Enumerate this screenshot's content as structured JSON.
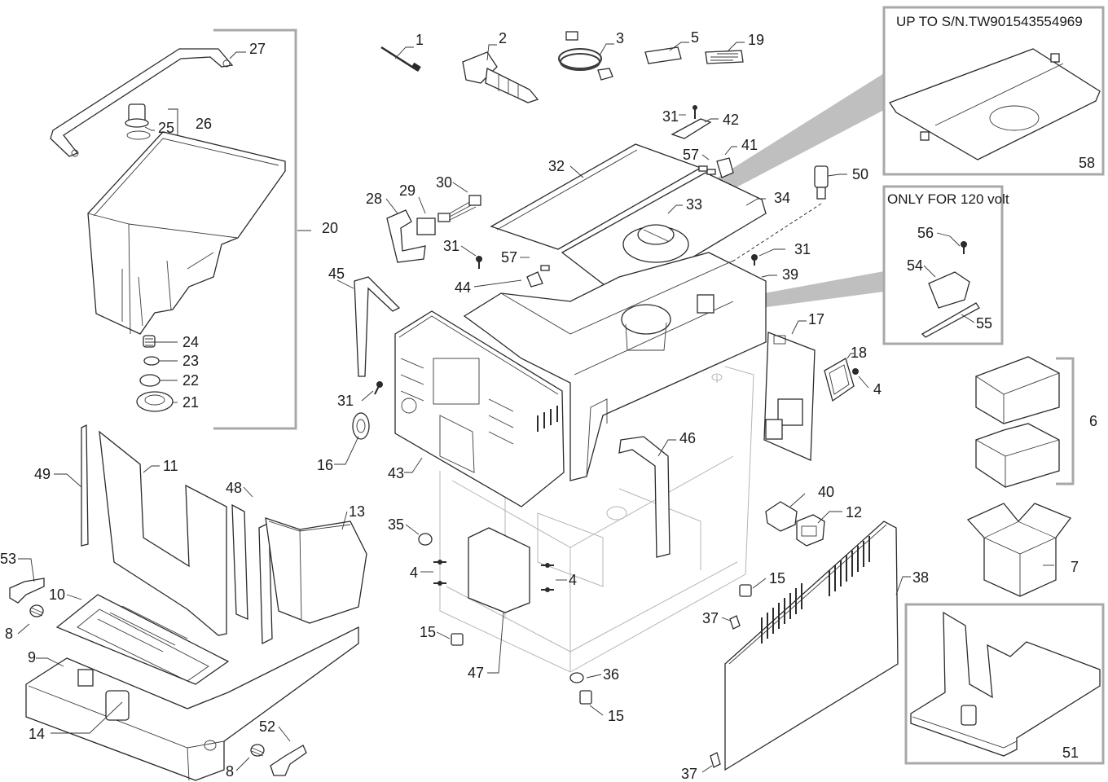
{
  "box_titles": {
    "serial_box": "UP TO S/N.TW901543554969",
    "voltage_box": "ONLY FOR 120 volt"
  },
  "callouts": [
    {
      "id": "c1",
      "text": "1"
    },
    {
      "id": "c2",
      "text": "2"
    },
    {
      "id": "c3",
      "text": "3"
    },
    {
      "id": "c5",
      "text": "5"
    },
    {
      "id": "c19",
      "text": "19"
    },
    {
      "id": "c27",
      "text": "27"
    },
    {
      "id": "c25",
      "text": "25"
    },
    {
      "id": "c26",
      "text": "26"
    },
    {
      "id": "c20",
      "text": "20"
    },
    {
      "id": "c24",
      "text": "24"
    },
    {
      "id": "c23",
      "text": "23"
    },
    {
      "id": "c22",
      "text": "22"
    },
    {
      "id": "c21",
      "text": "21"
    },
    {
      "id": "c31a",
      "text": "31"
    },
    {
      "id": "c42",
      "text": "42"
    },
    {
      "id": "c57a",
      "text": "57"
    },
    {
      "id": "c41",
      "text": "41"
    },
    {
      "id": "c50",
      "text": "50"
    },
    {
      "id": "c32",
      "text": "32"
    },
    {
      "id": "c33",
      "text": "33"
    },
    {
      "id": "c34",
      "text": "34"
    },
    {
      "id": "c28",
      "text": "28"
    },
    {
      "id": "c29",
      "text": "29"
    },
    {
      "id": "c30",
      "text": "30"
    },
    {
      "id": "c31b",
      "text": "31"
    },
    {
      "id": "c57b",
      "text": "57"
    },
    {
      "id": "c31c",
      "text": "31"
    },
    {
      "id": "c44",
      "text": "44"
    },
    {
      "id": "c39",
      "text": "39"
    },
    {
      "id": "c45",
      "text": "45"
    },
    {
      "id": "c17",
      "text": "17"
    },
    {
      "id": "c18",
      "text": "18"
    },
    {
      "id": "c4a",
      "text": "4"
    },
    {
      "id": "c31d",
      "text": "31"
    },
    {
      "id": "c16",
      "text": "16"
    },
    {
      "id": "c43",
      "text": "43"
    },
    {
      "id": "c46",
      "text": "46"
    },
    {
      "id": "c49",
      "text": "49"
    },
    {
      "id": "c11",
      "text": "11"
    },
    {
      "id": "c48",
      "text": "48"
    },
    {
      "id": "c13",
      "text": "13"
    },
    {
      "id": "c40",
      "text": "40"
    },
    {
      "id": "c12",
      "text": "12"
    },
    {
      "id": "c35",
      "text": "35"
    },
    {
      "id": "c53",
      "text": "53"
    },
    {
      "id": "c10",
      "text": "10"
    },
    {
      "id": "c4b",
      "text": "4"
    },
    {
      "id": "c4c",
      "text": "4"
    },
    {
      "id": "c8a",
      "text": "8"
    },
    {
      "id": "c15a",
      "text": "15"
    },
    {
      "id": "c15b",
      "text": "15"
    },
    {
      "id": "c38",
      "text": "38"
    },
    {
      "id": "c9",
      "text": "9"
    },
    {
      "id": "c37a",
      "text": "37"
    },
    {
      "id": "c47",
      "text": "47"
    },
    {
      "id": "c36",
      "text": "36"
    },
    {
      "id": "c15c",
      "text": "15"
    },
    {
      "id": "c14",
      "text": "14"
    },
    {
      "id": "c52",
      "text": "52"
    },
    {
      "id": "c8b",
      "text": "8"
    },
    {
      "id": "c37b",
      "text": "37"
    },
    {
      "id": "c58",
      "text": "58"
    },
    {
      "id": "c56",
      "text": "56"
    },
    {
      "id": "c54",
      "text": "54"
    },
    {
      "id": "c55",
      "text": "55"
    },
    {
      "id": "c6",
      "text": "6"
    },
    {
      "id": "c7",
      "text": "7"
    },
    {
      "id": "c51",
      "text": "51"
    }
  ]
}
